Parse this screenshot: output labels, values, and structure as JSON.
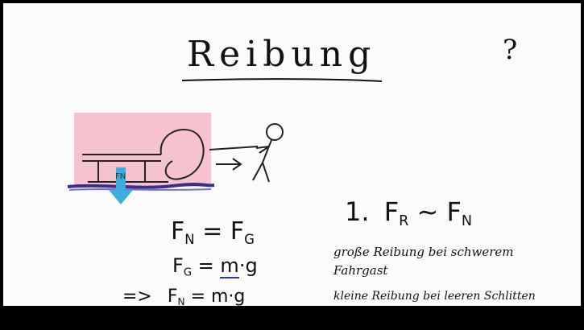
{
  "board": {
    "title": "Reibung",
    "question_mark": "?",
    "arrow_label": "FN",
    "formulas": {
      "line1": {
        "lhs": "F",
        "lhs_sub": "N",
        "eq": " = ",
        "rhs": "F",
        "rhs_sub": "G"
      },
      "line2": {
        "lhs": "F",
        "lhs_sub": "G",
        "eq": " = ",
        "mass": "m",
        "rest": "·g"
      },
      "line3": {
        "implies": "=>",
        "lhs": "F",
        "lhs_sub": "N",
        "eq": " = ",
        "rhs": "m·g"
      }
    },
    "rule": {
      "number": "1.",
      "lhs": "F",
      "lhs_sub": "R",
      "tilde": " ~ ",
      "rhs": "F",
      "rhs_sub": "N"
    },
    "notes": {
      "line1": "große Reibung bei schwerem",
      "line2": "Fahrgast",
      "line3": "kleine Reibung bei leeren Schlitten"
    }
  },
  "colors": {
    "highlight": "#f6c2cf",
    "arrow": "#3aaedd",
    "ground": "#3a2f8f",
    "underline": "#2a33b8"
  }
}
